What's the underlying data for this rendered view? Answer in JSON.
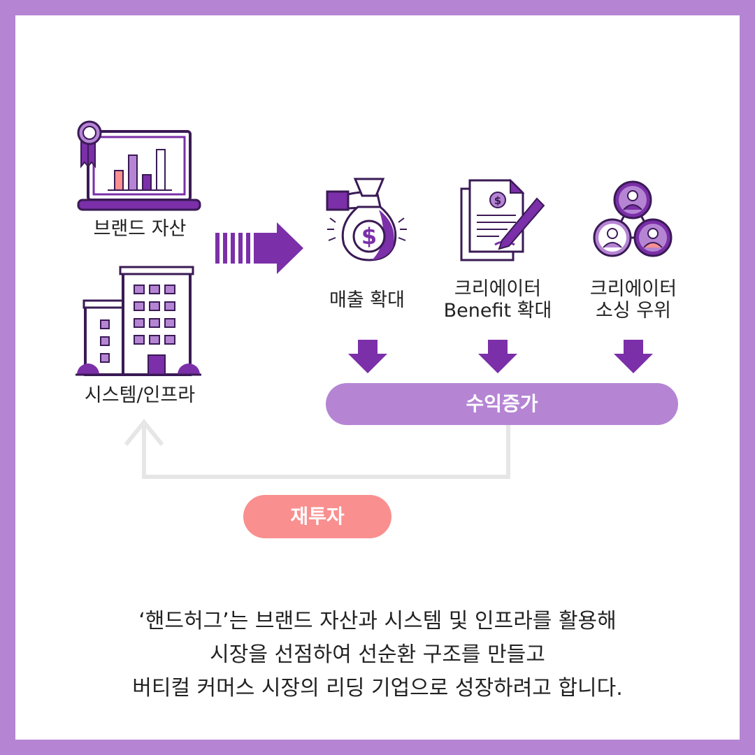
{
  "colors": {
    "frame": "#b585d4",
    "purple": "#7b2fa8",
    "light_purple": "#b585d4",
    "pink": "#f98f8f",
    "loop_line": "#e6e6e6"
  },
  "left": {
    "brand_asset_label": "브랜드 자산",
    "system_label": "시스템/인프라"
  },
  "benefits": [
    {
      "label": "매출 확대",
      "icon": "money-bag-icon"
    },
    {
      "label": "크리에이터\nBenefit 확대",
      "icon": "contract-icon"
    },
    {
      "label": "크리에이터\n소싱 우위",
      "icon": "network-people-icon"
    }
  ],
  "result_pill": "수익증가",
  "reinvest_pill": "재투자",
  "caption": [
    "‘핸드허그’는 브랜드 자산과 시스템 및 인프라를 활용해",
    "시장을 선점하여 선순환 구조를 만들고",
    "버티컬 커머스 시장의 리딩 기업으로 성장하려고 합니다."
  ]
}
